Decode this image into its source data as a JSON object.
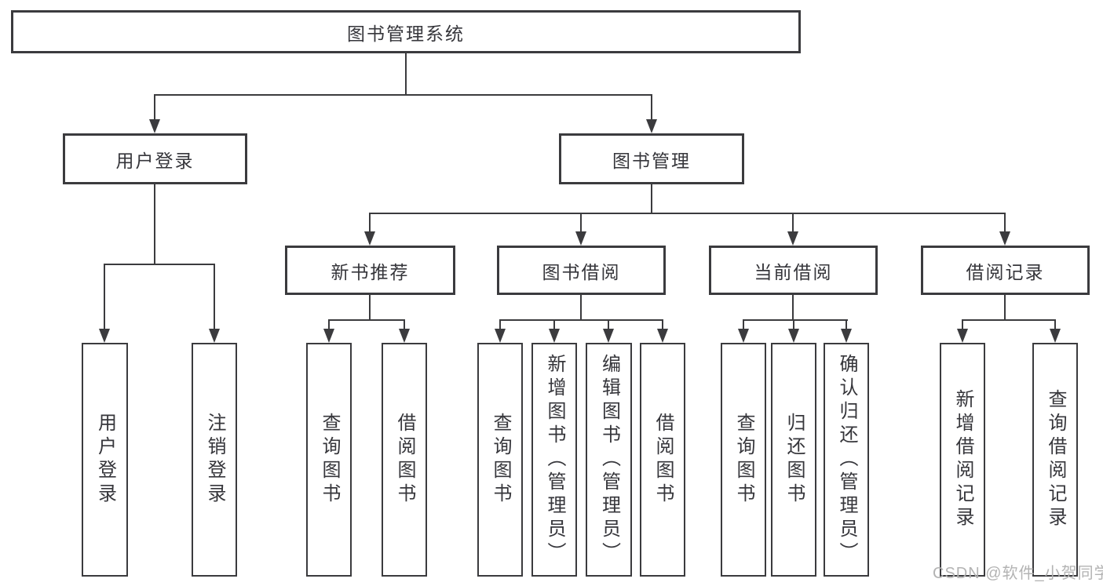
{
  "watermark": "CSDN @软件_小贺同学",
  "colors": {
    "stroke": "#3b3b3e",
    "text": "#36363b",
    "watermark_text": "#b3b3b3",
    "background": "#ffffff"
  },
  "tree": {
    "root": {
      "label": "图书管理系统"
    },
    "branches": [
      {
        "label": "用户登录",
        "children": [
          {
            "label": "用户登录"
          },
          {
            "label": "注销登录"
          }
        ]
      },
      {
        "label": "图书管理",
        "children": [
          {
            "label": "新书推荐",
            "children": [
              {
                "label": "查询图书"
              },
              {
                "label": "借阅图书"
              }
            ]
          },
          {
            "label": "图书借阅",
            "children": [
              {
                "label": "查询图书"
              },
              {
                "label": "新增图书（管理员）"
              },
              {
                "label": "编辑图书（管理员）"
              },
              {
                "label": "借阅图书"
              }
            ]
          },
          {
            "label": "当前借阅",
            "children": [
              {
                "label": "查询图书"
              },
              {
                "label": "归还图书"
              },
              {
                "label": "确认归还（管理员）"
              }
            ]
          },
          {
            "label": "借阅记录",
            "children": [
              {
                "label": "新增借阅记录"
              },
              {
                "label": "查询借阅记录"
              }
            ]
          }
        ]
      }
    ]
  }
}
